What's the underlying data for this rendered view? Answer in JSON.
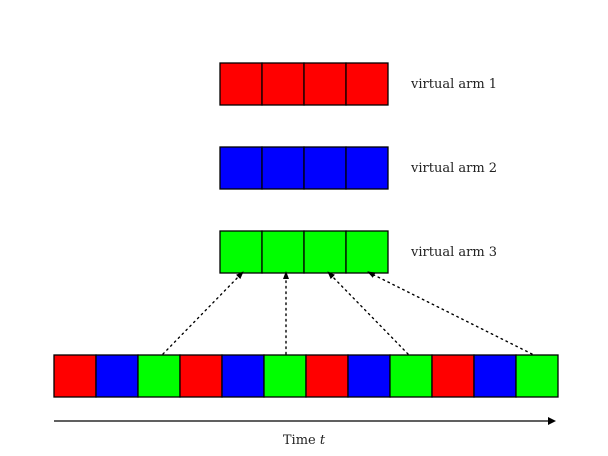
{
  "colors": {
    "red": "#ff0000",
    "blue": "#0000ff",
    "green": "#00ff00",
    "stroke": "#000000",
    "arrow": "#000000"
  },
  "arms": [
    {
      "label": "virtual arm 1",
      "color": "red"
    },
    {
      "label": "virtual arm 2",
      "color": "blue"
    },
    {
      "label": "virtual arm 3",
      "color": "green"
    }
  ],
  "sequence": [
    "red",
    "blue",
    "green",
    "red",
    "blue",
    "green",
    "red",
    "blue",
    "green",
    "red",
    "blue",
    "green"
  ],
  "time_axis": {
    "label_prefix": "Time ",
    "label_var": "t"
  }
}
